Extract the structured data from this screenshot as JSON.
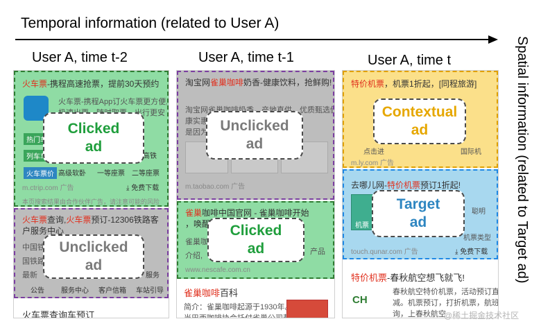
{
  "temporal_title": "Temporal information (related to User A)",
  "spatial_title": "Spatial information (related to Target ad)",
  "columns": [
    {
      "header": "User A, time t-2"
    },
    {
      "header": "User A, time t-1"
    },
    {
      "header": "User A, time t"
    }
  ],
  "labels": {
    "clicked": "Clicked\nad",
    "unclicked": "Unclicked\nad",
    "contextual": "Contextual\nad",
    "target": "Target\nad"
  },
  "col1": {
    "ad1_title_a": "火车票",
    "ad1_title_b": "-携程高速抢票，提前30天预约",
    "ad1_line1": "火车票-携程App订火车票更方便,",
    "ad1_line2": "极速出票，随时取票，出行更安",
    "ad1_btn1": "热门车",
    "ad1_btn2": "列车车",
    "ad1_btn3": "火车票价",
    "ad1_btn4": "高级软卧",
    "ad1_btn5": "一等座票",
    "ad1_btn6": "二等座票",
    "ad1_side": "高铁",
    "ad1_footer_left": "m.ctrip.com  广告",
    "ad1_footer_right": "⤓ 免费下载",
    "ad1_disclaimer": "本页搜索结果由合作伙伴广告，请注意可能的风险",
    "ad2_title_a": "火车票",
    "ad2_title_b": "查询,",
    "ad2_title_c": "火车票",
    "ad2_title_d": "预订-12306铁路客",
    "ad2_title_e": "户服务中心",
    "ad2_line1": "中国铁",
    "ad2_line2": "国铁路",
    "ad2_line3": "最新",
    "ad2_side": "服务",
    "ad2_tab1": "公告",
    "ad2_tab2": "服务中心",
    "ad2_tab3": "客户信箱",
    "ad2_tab4": "车站引导",
    "ad3_title": "火车票查询车预订"
  },
  "col2": {
    "ad1_brand": "淘宝网",
    "ad1_title_hl": "雀巢咖啡",
    "ad1_title_b": "奶香-健康饮料，抢鲜购!",
    "ad1_line1": "淘宝网雀巢咖啡奶香，产地直供，优质甄选健",
    "ad1_line2": "康实惠",
    "ad1_line3": "是因为",
    "ad1_footer": "m.taobao.com  广告",
    "ad2_title_a": "雀巢",
    "ad2_title_b": "咖啡中国官网 - 雀巢咖啡开始",
    "ad2_title_c": "，唤醒",
    "ad2_line1": "雀巢咖啡",
    "ad2_line2": "产品",
    "ad2_line3": "介绍,",
    "ad2_footer": "www.nescafe.com.cn",
    "plain_title_hl": "雀巢咖啡",
    "plain_title_b": "百科",
    "plain_line1": "简介：雀巢咖啡起源于1930年。",
    "plain_line2": "当巴西咖啡协会托付雀巢公司帮助"
  },
  "col3": {
    "ad1_title_hl": "特价机票",
    "ad1_title_b": "，机票1折起，[同程旅游]",
    "ad1_side1": "点击进",
    "ad1_side2": "国际机",
    "ad1_footer": "m.ly.com  广告",
    "ad2_title_a": "去哪儿网-",
    "ad2_title_hl": "特价机票",
    "ad2_title_b": "预订1折起!",
    "ad2_side1": "机票",
    "ad2_side2": "聪明",
    "ad2_mid": "机票类型",
    "ad2_footer": "touch.qunar.com  广告",
    "ad2_download": "⤓ 免费下载",
    "plain_title_hl": "特价机票",
    "plain_title_b": "-春秋航空想飞就飞!",
    "plain_line1": "春秋航空特价机票，活动预订直",
    "plain_line2": "减。机票预订，打折机票，航班查",
    "plain_line3": "询，上春秋航空",
    "brand": "CH"
  },
  "watermark": "@稀土掘金技术社区",
  "colors": {
    "clicked": "#1f9e3c",
    "unclicked": "#7a7a7a",
    "contextual": "#e6a700",
    "target": "#2e86c1"
  }
}
